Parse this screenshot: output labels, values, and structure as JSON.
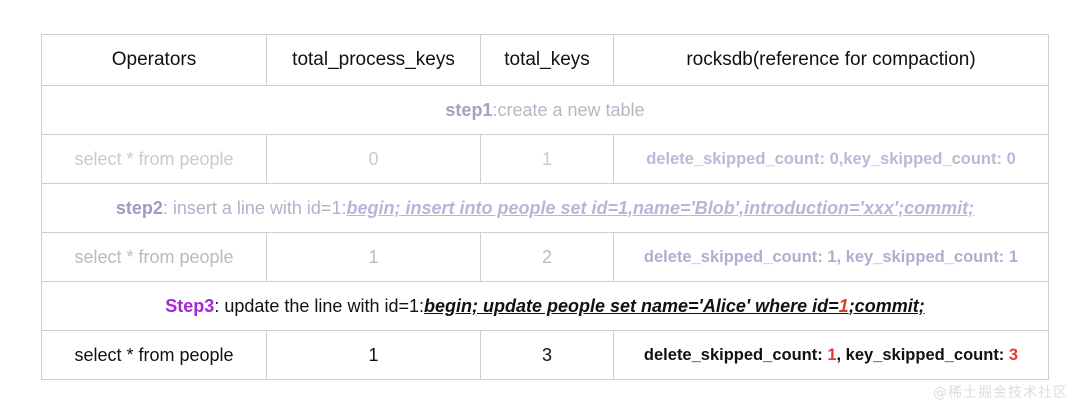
{
  "table": {
    "columns": [
      "Operators",
      "total_process_keys",
      "total_keys",
      "rocksdb(reference for compaction)"
    ],
    "rows": [
      {
        "kind": "step",
        "tone": "faint",
        "label": "step1",
        "separator": ":",
        "description": "create a new table",
        "sql": ""
      },
      {
        "kind": "data",
        "tone": "faint",
        "operator": "select * from people",
        "total_process_keys": "0",
        "total_keys": "1",
        "rocksdb_prefix": "delete_skipped_count: ",
        "rocksdb_value1": "0",
        "rocksdb_middle": ",key_skipped_count: ",
        "rocksdb_value2": "0"
      },
      {
        "kind": "step",
        "tone": "mid",
        "label": "step2",
        "separator": ":  ",
        "description": "insert a line with id=1:",
        "sql": "begin; insert into people set id=1,name='Blob',introduction='xxx';commit;"
      },
      {
        "kind": "data",
        "tone": "mid",
        "operator": "select * from people",
        "total_process_keys": "1",
        "total_keys": "2",
        "rocksdb_prefix": "delete_skipped_count: ",
        "rocksdb_value1": "1",
        "rocksdb_middle": ", key_skipped_count: ",
        "rocksdb_value2": "1"
      },
      {
        "kind": "step",
        "tone": "dark",
        "label": "Step3",
        "separator": ": ",
        "description": "update the line with id=1:",
        "sql_part1": "begin; update people set name='Alice' where id=",
        "sql_highlight": "1",
        "sql_part2": ";commit;"
      },
      {
        "kind": "data",
        "tone": "dark",
        "operator": "select * from people",
        "total_process_keys": "1",
        "total_keys": "3",
        "rocksdb_prefix": "delete_skipped_count: ",
        "rocksdb_value1": "1",
        "rocksdb_middle": ", key_skipped_count: ",
        "rocksdb_value2": "3"
      }
    ]
  },
  "watermark": {
    "text": "@稀土掘金技术社区"
  },
  "colors": {
    "step1_label": "#a3a3c0",
    "step2_label": "#9c9cc4",
    "step3_label": "#a626d8",
    "highlight_red": "#e03b2f",
    "border": "#cfcfcf"
  }
}
